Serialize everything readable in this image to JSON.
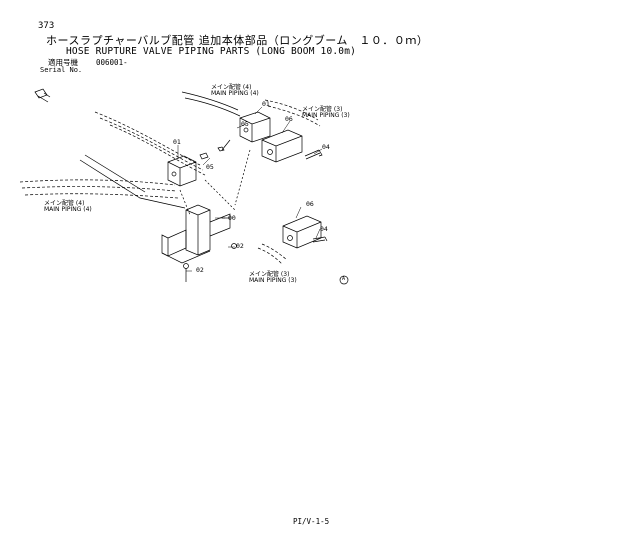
{
  "header": {
    "page_number": "373",
    "title_ja": "ホースラプチャーバルブ配管 追加本体部品（ロングブーム　１０．０ｍ）",
    "title_en": "HOSE RUPTURE VALVE PIPING PARTS (LONG BOOM 10.0m)",
    "serial_label_ja": "適用号機",
    "serial_value": "006001-",
    "serial_label_en": "Serial No."
  },
  "diagram": {
    "callouts": [
      {
        "id": "main-piping-4-top",
        "ja": "メイン配管 (4)",
        "en": "MAIN PIPING (4)"
      },
      {
        "id": "main-piping-3-right",
        "ja": "メイン配管 (3)",
        "en": "MAIN PIPING (3)"
      },
      {
        "id": "main-piping-4-left",
        "ja": "メイン配管 (4)",
        "en": "MAIN PIPING (4)"
      },
      {
        "id": "main-piping-3-bottom",
        "ja": "メイン配管 (3)",
        "en": "MAIN PIPING (3)"
      }
    ],
    "part_numbers": {
      "p01a": "01",
      "p01b": "01",
      "p05a": "05",
      "p05b": "05",
      "p06a": "06",
      "p06b": "06",
      "p04a": "04",
      "p04b": "04",
      "p00": "00",
      "p02a": "02",
      "p02b": "02"
    },
    "corner_mark": "A"
  },
  "footer": {
    "page_code": "PI/V-1-5"
  }
}
